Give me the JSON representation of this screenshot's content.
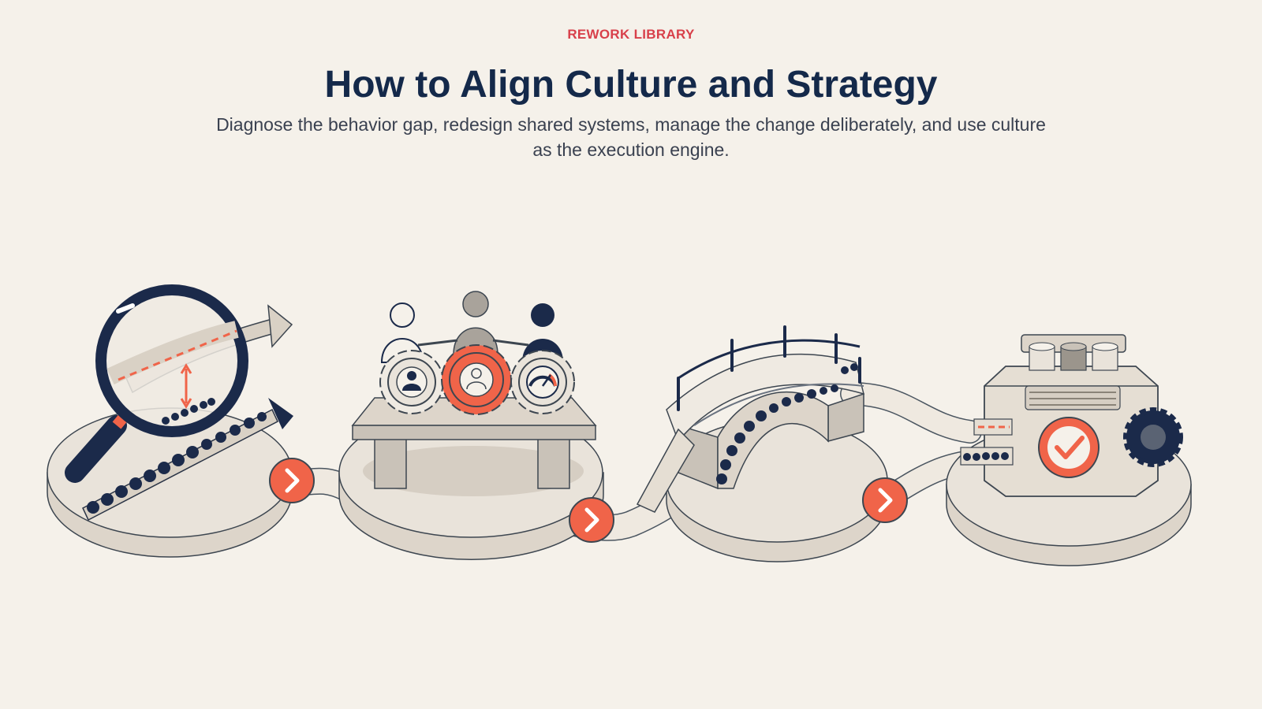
{
  "header": {
    "eyebrow": "REWORK LIBRARY",
    "title": "How to Align Culture and Strategy",
    "subtitle": "Diagnose the behavior gap, redesign shared systems, manage the change deliberately, and use culture as the execution engine."
  },
  "stages": [
    {
      "id": "diagnose",
      "icon": "magnifying-glass-icon"
    },
    {
      "id": "redesign",
      "icon": "gears-icon"
    },
    {
      "id": "manage-change",
      "icon": "bridge-icon"
    },
    {
      "id": "execution-engine",
      "icon": "engine-icon"
    }
  ],
  "colors": {
    "accent": "#f06449",
    "navy": "#1b2a4a",
    "platform": "#e7e0d6",
    "gray": "#c9c2b8",
    "background": "#f5f1ea"
  }
}
